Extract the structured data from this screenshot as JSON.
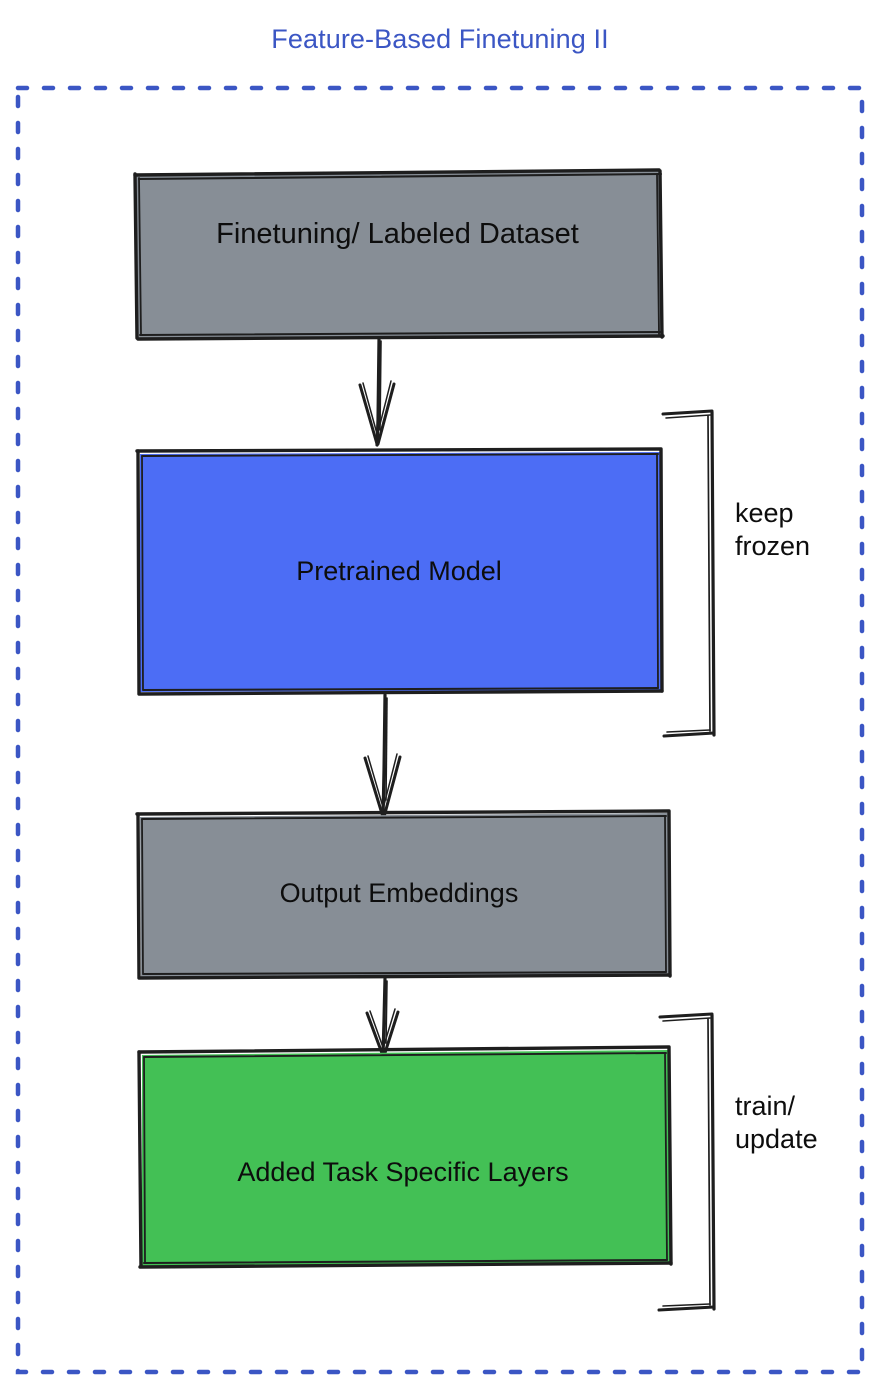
{
  "diagram": {
    "title": "Feature-Based Finetuning II",
    "title_color": "#3b56c4",
    "frame": {
      "style": "dashed",
      "color": "#3b56c4"
    },
    "nodes": [
      {
        "id": "dataset",
        "label": "Finetuning/ Labeled Dataset",
        "fill": "#878e96",
        "stroke": "#1e1e1e"
      },
      {
        "id": "pretrained",
        "label": "Pretrained Model",
        "fill": "#4c6df5",
        "stroke": "#1e1e1e"
      },
      {
        "id": "embeddings",
        "label": "Output Embeddings",
        "fill": "#878e96",
        "stroke": "#1e1e1e"
      },
      {
        "id": "layers",
        "label": "Added Task Specific Layers",
        "fill": "#43c055",
        "stroke": "#1e1e1e"
      }
    ],
    "edges": [
      {
        "id": "edge-dataset-to-pretrained",
        "from": "dataset",
        "to": "pretrained",
        "arrow": "down"
      },
      {
        "id": "edge-pretrained-to-embeddings",
        "from": "pretrained",
        "to": "embeddings",
        "arrow": "down"
      },
      {
        "id": "edge-embeddings-to-layers",
        "from": "embeddings",
        "to": "layers",
        "arrow": "down"
      }
    ],
    "annotations": [
      {
        "id": "keep-frozen",
        "label": "keep\nfrozen",
        "target": "pretrained",
        "marker": "bracket-right"
      },
      {
        "id": "train-update",
        "label": "train/\nupdate",
        "target": "layers",
        "marker": "bracket-right"
      }
    ]
  }
}
